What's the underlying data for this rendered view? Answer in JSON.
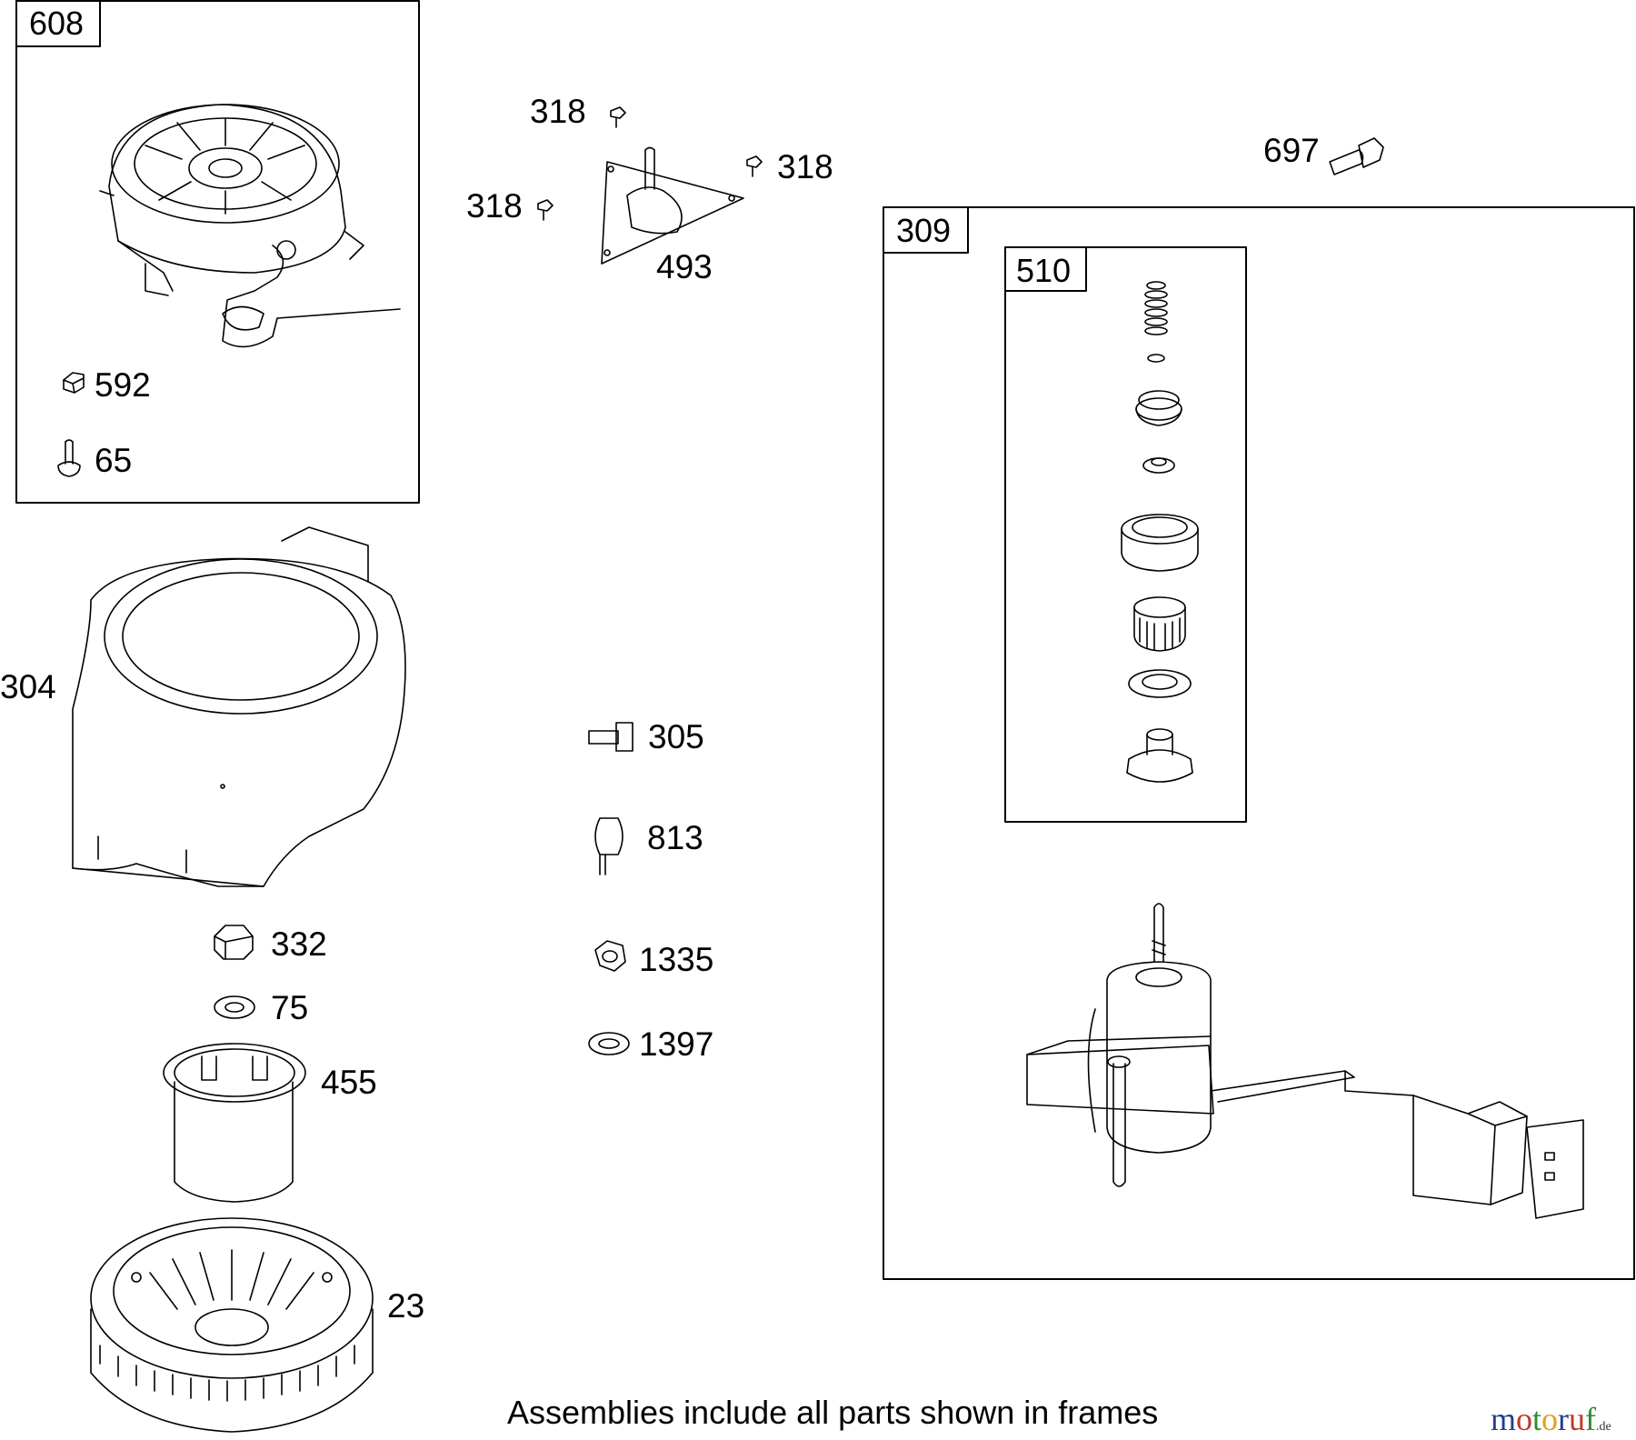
{
  "frames": {
    "f608": "608",
    "f309": "309",
    "f510": "510"
  },
  "callouts": {
    "c318a": "318",
    "c318b": "318",
    "c318c": "318",
    "c493": "493",
    "c697": "697",
    "c592": "592",
    "c65": "65",
    "c304": "304",
    "c305": "305",
    "c813": "813",
    "c332": "332",
    "c75": "75",
    "c1335": "1335",
    "c1397": "1397",
    "c455": "455",
    "c23": "23"
  },
  "footnote": "Assemblies include all parts shown in frames",
  "watermark": {
    "m": "m",
    "o1": "o",
    "t": "t",
    "o2": "o",
    "r": "r",
    "u": "u",
    "f": "f",
    "tld": ".de",
    "colors": [
      "#1f3f8f",
      "#c0392b",
      "#2e8b3a",
      "#e0a11b",
      "#1f3f8f",
      "#c0392b",
      "#2e8b3a"
    ]
  }
}
